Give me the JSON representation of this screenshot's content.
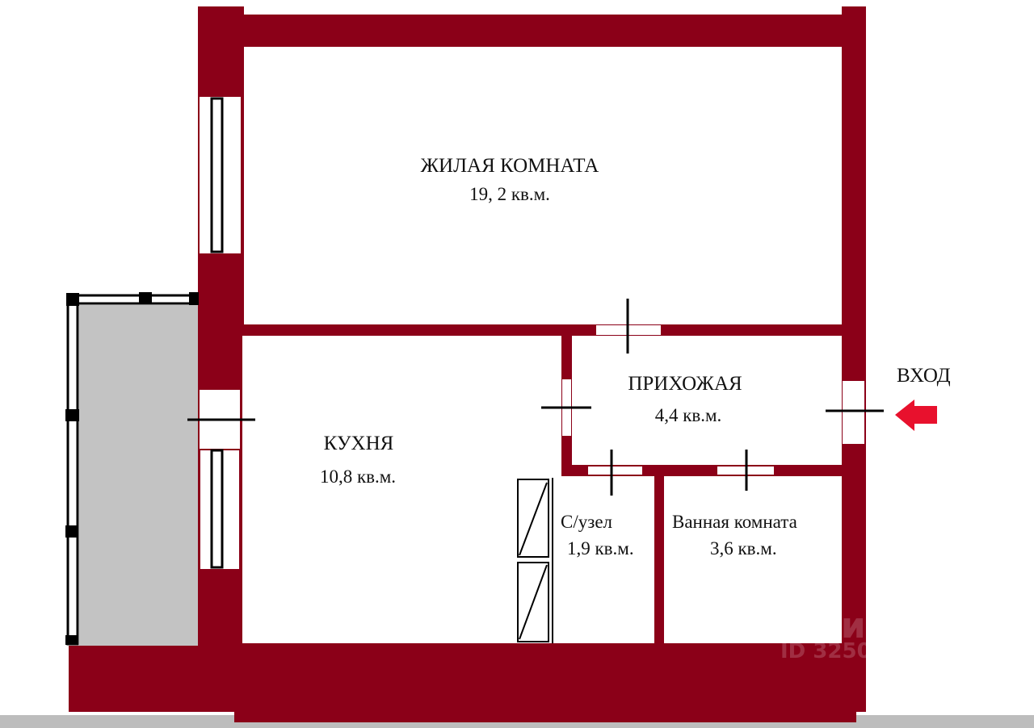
{
  "plan": {
    "wall_color": "#8B0018",
    "balcony_color": "#C3C3C3",
    "arrow_color": "#E8112D",
    "rooms": [
      {
        "name": "ЖИЛАЯ КОМНАТА",
        "area": "19, 2 кв.м."
      },
      {
        "name": "КУХНЯ",
        "area": "10,8 кв.м."
      },
      {
        "name": "ПРИХОЖАЯ",
        "area": "4,4 кв.м."
      },
      {
        "name": "С/узел",
        "area": "1,9 кв.м."
      },
      {
        "name": "Ванная комната",
        "area": "3,6 кв.м."
      }
    ],
    "entrance_label": "ВХОД",
    "watermark": {
      "brand": "Циан",
      "id": "ID 3250"
    }
  }
}
